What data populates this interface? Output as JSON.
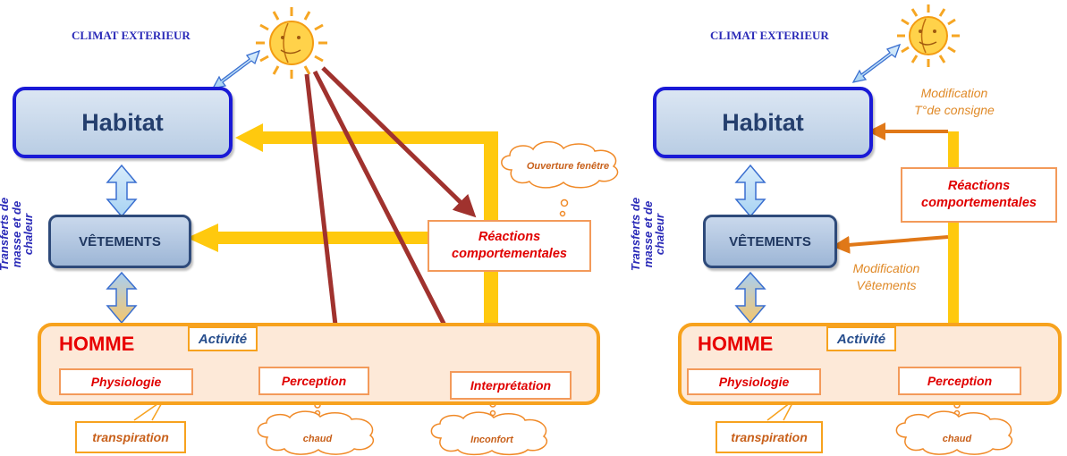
{
  "left": {
    "climat": "CLIMAT EXTERIEUR",
    "habitat": "Habitat",
    "vetements": "VÊTEMENTS",
    "transferts": [
      "Transferts de",
      "masse et de",
      "chaleur"
    ],
    "homme": "HOMME",
    "activite": "Activité",
    "physiologie": "Physiologie",
    "perception": "Perception",
    "interpretation": "Interprétation",
    "reactions": [
      "Réactions",
      "comportementales"
    ],
    "cloud_fenetre": "Ouverture fenêtre",
    "transpiration": "transpiration",
    "cloud_chaud": "chaud",
    "cloud_inconfort": "Inconfort"
  },
  "right": {
    "climat": "CLIMAT EXTERIEUR",
    "habitat": "Habitat",
    "vetements": "VÊTEMENTS",
    "transferts": [
      "Transferts de",
      "masse et de",
      "chaleur"
    ],
    "homme": "HOMME",
    "activite": "Activité",
    "physiologie": "Physiologie",
    "perception": "Perception",
    "reactions": [
      "Réactions",
      "comportementales"
    ],
    "modif_consigne": [
      "Modification",
      "T°de consigne"
    ],
    "modif_vetements": [
      "Modification",
      "Vêtements"
    ],
    "transpiration": "transpiration",
    "cloud_chaud": "chaud"
  },
  "colors": {
    "habitat_border": "#1a1ad6",
    "yellow_arrow": "#ffc90e",
    "dark_red_arrow": "#a0322e",
    "orange_arrow": "#e07818",
    "homme_border": "#f7a21e",
    "red_text": "#e80000"
  },
  "icons": [
    "sun-icon",
    "cloud-icon"
  ]
}
